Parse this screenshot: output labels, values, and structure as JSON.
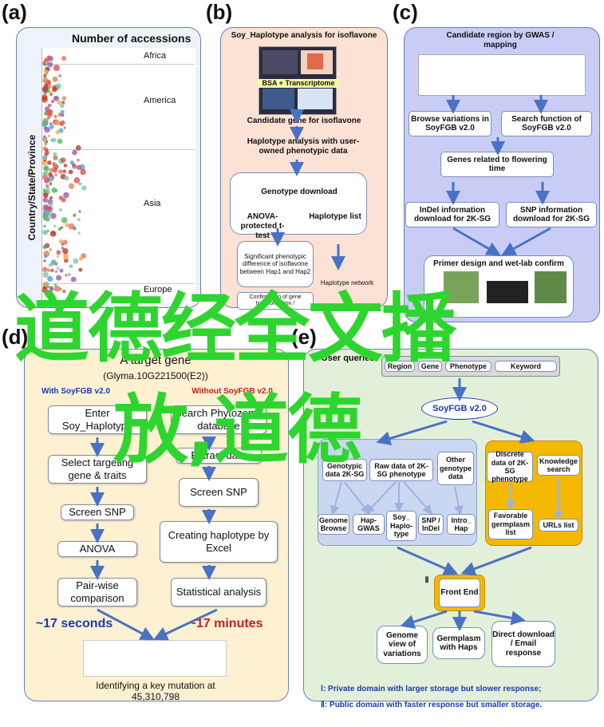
{
  "panel_labels": {
    "a": "(a)",
    "b": "(b)",
    "c": "(c)",
    "d": "(d)",
    "e": "(e)"
  },
  "a": {
    "title": "Number of accessions",
    "ylabel": "Country/State/Province",
    "regions": [
      "Africa",
      "America",
      "Asia",
      "Europe"
    ]
  },
  "b": {
    "title": "Soy_Haplotype analysis for isoflavone",
    "bsa": "BSA + Transcriptome",
    "candidate": "Candidate gene for isoflavone",
    "haplo": "Haplotype analysis with user-owned phenotypic data",
    "genotype": "Genotype download",
    "anova": "ANOVA-protected t-test",
    "hlist": "Haplotype list",
    "sig": "Significant phenotypic difference of isoflavone between Hap1 and Hap2",
    "network": "Haplotype network",
    "confirm": "Confirmation of gene transformation /"
  },
  "c": {
    "title": "Candidate region by GWAS / mapping",
    "browse": "Browse variations in SoyFGB v2.0",
    "search": "Search function of SoyFGB v2.0",
    "genes": "Genes related to flowering time",
    "indel": "InDel information download for 2K-SG",
    "snp": "SNP information download for 2K-SG",
    "primer": "Primer design and wet-lab confirm"
  },
  "d": {
    "title": "A target gene",
    "gene": "(Glyma.10G221500(E2))",
    "with": "With SoyFGB v2.0",
    "without": "Without SoyFGB v2.0",
    "left": [
      "Enter Soy_Haplotype",
      "Select targeting gene & traits",
      "Screen SNP",
      "ANOVA",
      "Pair-wise comparison"
    ],
    "right": [
      "Search Phytozome database",
      "Extract data",
      "Screen SNP",
      "Creating haplotype by Excel",
      "Statistical analysis"
    ],
    "t_left": "~17 seconds",
    "t_right": "~17 minutes",
    "result": "Identifying a key mutation at 45,310,798"
  },
  "e": {
    "user": "User queries",
    "queries": [
      "Region",
      "Gene",
      "Phenotype",
      "Keyword"
    ],
    "soyfgb": "SoyFGB v2.0",
    "roman1": "Ⅰ",
    "roman2": "Ⅱ",
    "data": [
      "Genotypic data 2K-SG",
      "Raw data of 2K-SG phenotype",
      "Other genotype data"
    ],
    "tools": [
      "Genome Browse",
      "Hap-GWAS",
      "Soy_ Haplo-type",
      "SNP / InDel",
      "Intro_ Hap"
    ],
    "yellow": [
      "Discrete data of 2K-SG phenotype",
      "Knowledge search",
      "Favorable germplasm list",
      "URLs list"
    ],
    "front": "Front End",
    "outputs": [
      "Genome view of variations",
      "Germplasm with Haps",
      "Direct download / Email response"
    ],
    "note1": "Ⅰ:  Private domain with larger storage but slower response;",
    "note2": "Ⅱ: Public domain with faster response but smaller storage."
  },
  "overlay": {
    "line1": "道德经全文播",
    "line2": "放,道德"
  },
  "colors": {
    "panel_a": "#eef3fb",
    "panel_b": "#fbe2d5",
    "panel_c": "#c9cdf6",
    "panel_d": "#fdf1d2",
    "panel_e": "#e3f0d9",
    "yellow": "#f5b800",
    "green_text": "#2fd52f",
    "blue_text": "#1a3ab5",
    "red_text": "#c9201b"
  }
}
